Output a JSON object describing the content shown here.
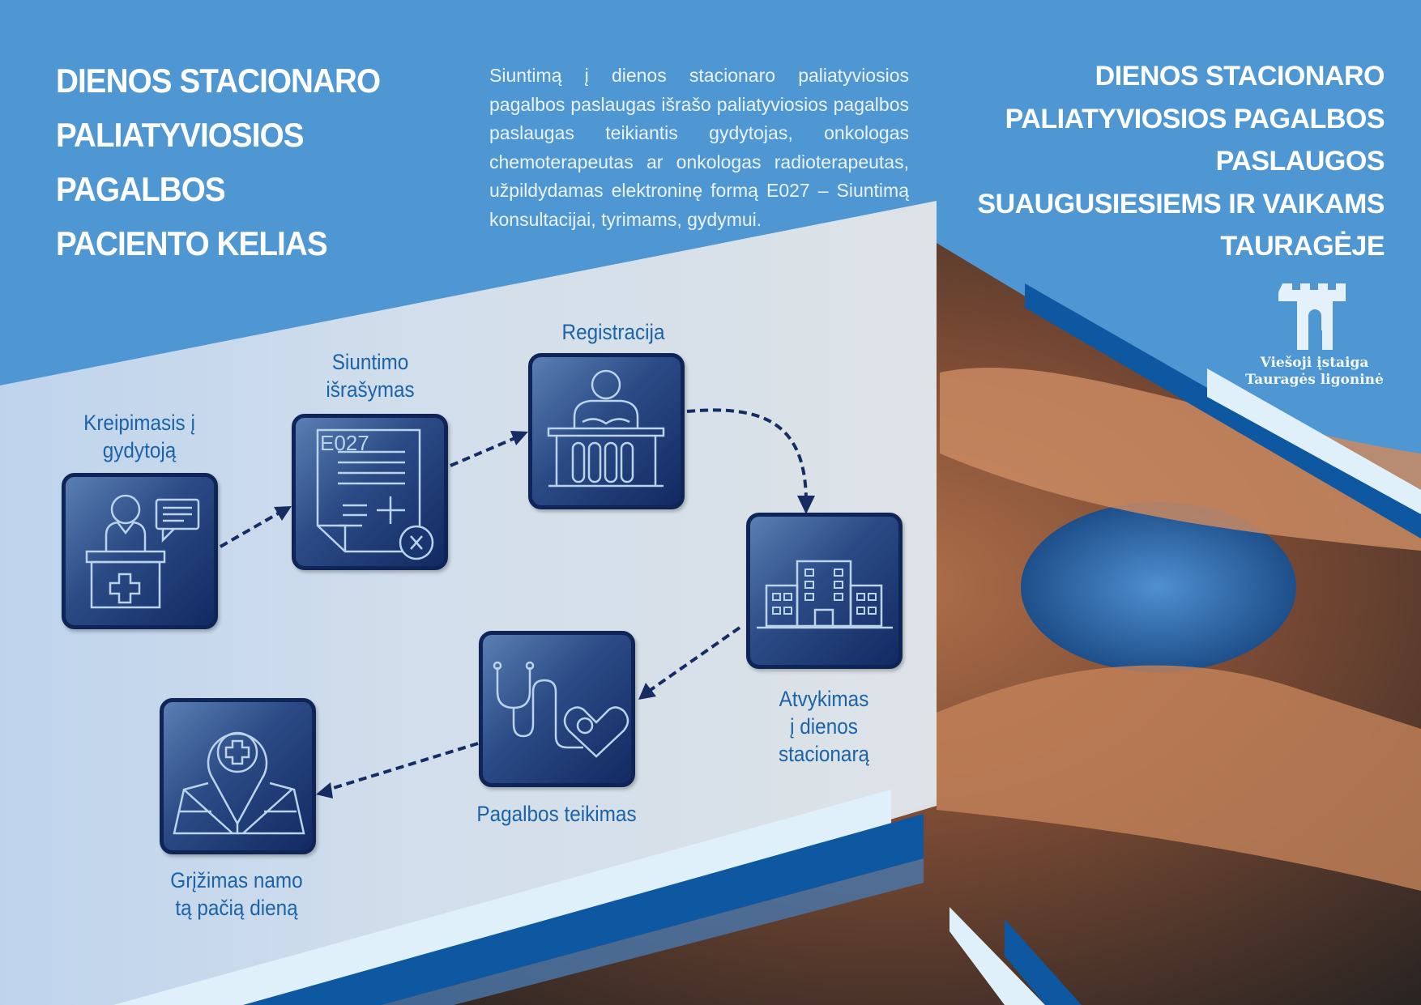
{
  "left_title": [
    "DIENOS STACIONARO",
    "PALIATYVIOSIOS",
    "PAGALBOS",
    "PACIENTO KELIAS"
  ],
  "intro_paragraph": "Siuntimą į dienos stacionaro paliatyviosios pagalbos paslaugas išrašo paliatyviosios pagalbos paslaugas teikiantis gydytojas, onkologas chemoterapeutas ar onkologas radioterapeutas, užpildydamas elektroninę formą E027 – Siuntimą konsultacijai, tyrimams, gydymui.",
  "right_title": [
    "DIENOS STACIONARO",
    "PALIATYVIOSIOS  PAGALBOS",
    "PASLAUGOS",
    "SUAUGUSIESIEMS IR VAIKAMS",
    "TAURAGĖJE"
  ],
  "logo": {
    "line1": "Viešoji įstaiga",
    "line2": "Tauragės ligoninė"
  },
  "steps": [
    {
      "label1": "Kreipimasis į",
      "label2": "gydytoją",
      "icon": "doctor-desk-icon"
    },
    {
      "label1": "Siuntimo",
      "label2": "išrašymas",
      "icon": "referral-form-icon",
      "form_code": "E027"
    },
    {
      "label1": "Registracija",
      "label2": "",
      "icon": "registration-desk-icon"
    },
    {
      "label1": "Atvykimas",
      "label2": "į dienos",
      "label3": "stacionarą",
      "icon": "hospital-building-icon"
    },
    {
      "label1": "Pagalbos teikimas",
      "label2": "",
      "icon": "stethoscope-heart-icon"
    },
    {
      "label1": "Grįžimas namo",
      "label2": "tą pačią dieną",
      "icon": "map-pin-icon"
    }
  ],
  "colors": {
    "background": "#4f97d3",
    "box": "#1b3a75",
    "label": "#1b63a6",
    "arrow": "#162c63"
  }
}
